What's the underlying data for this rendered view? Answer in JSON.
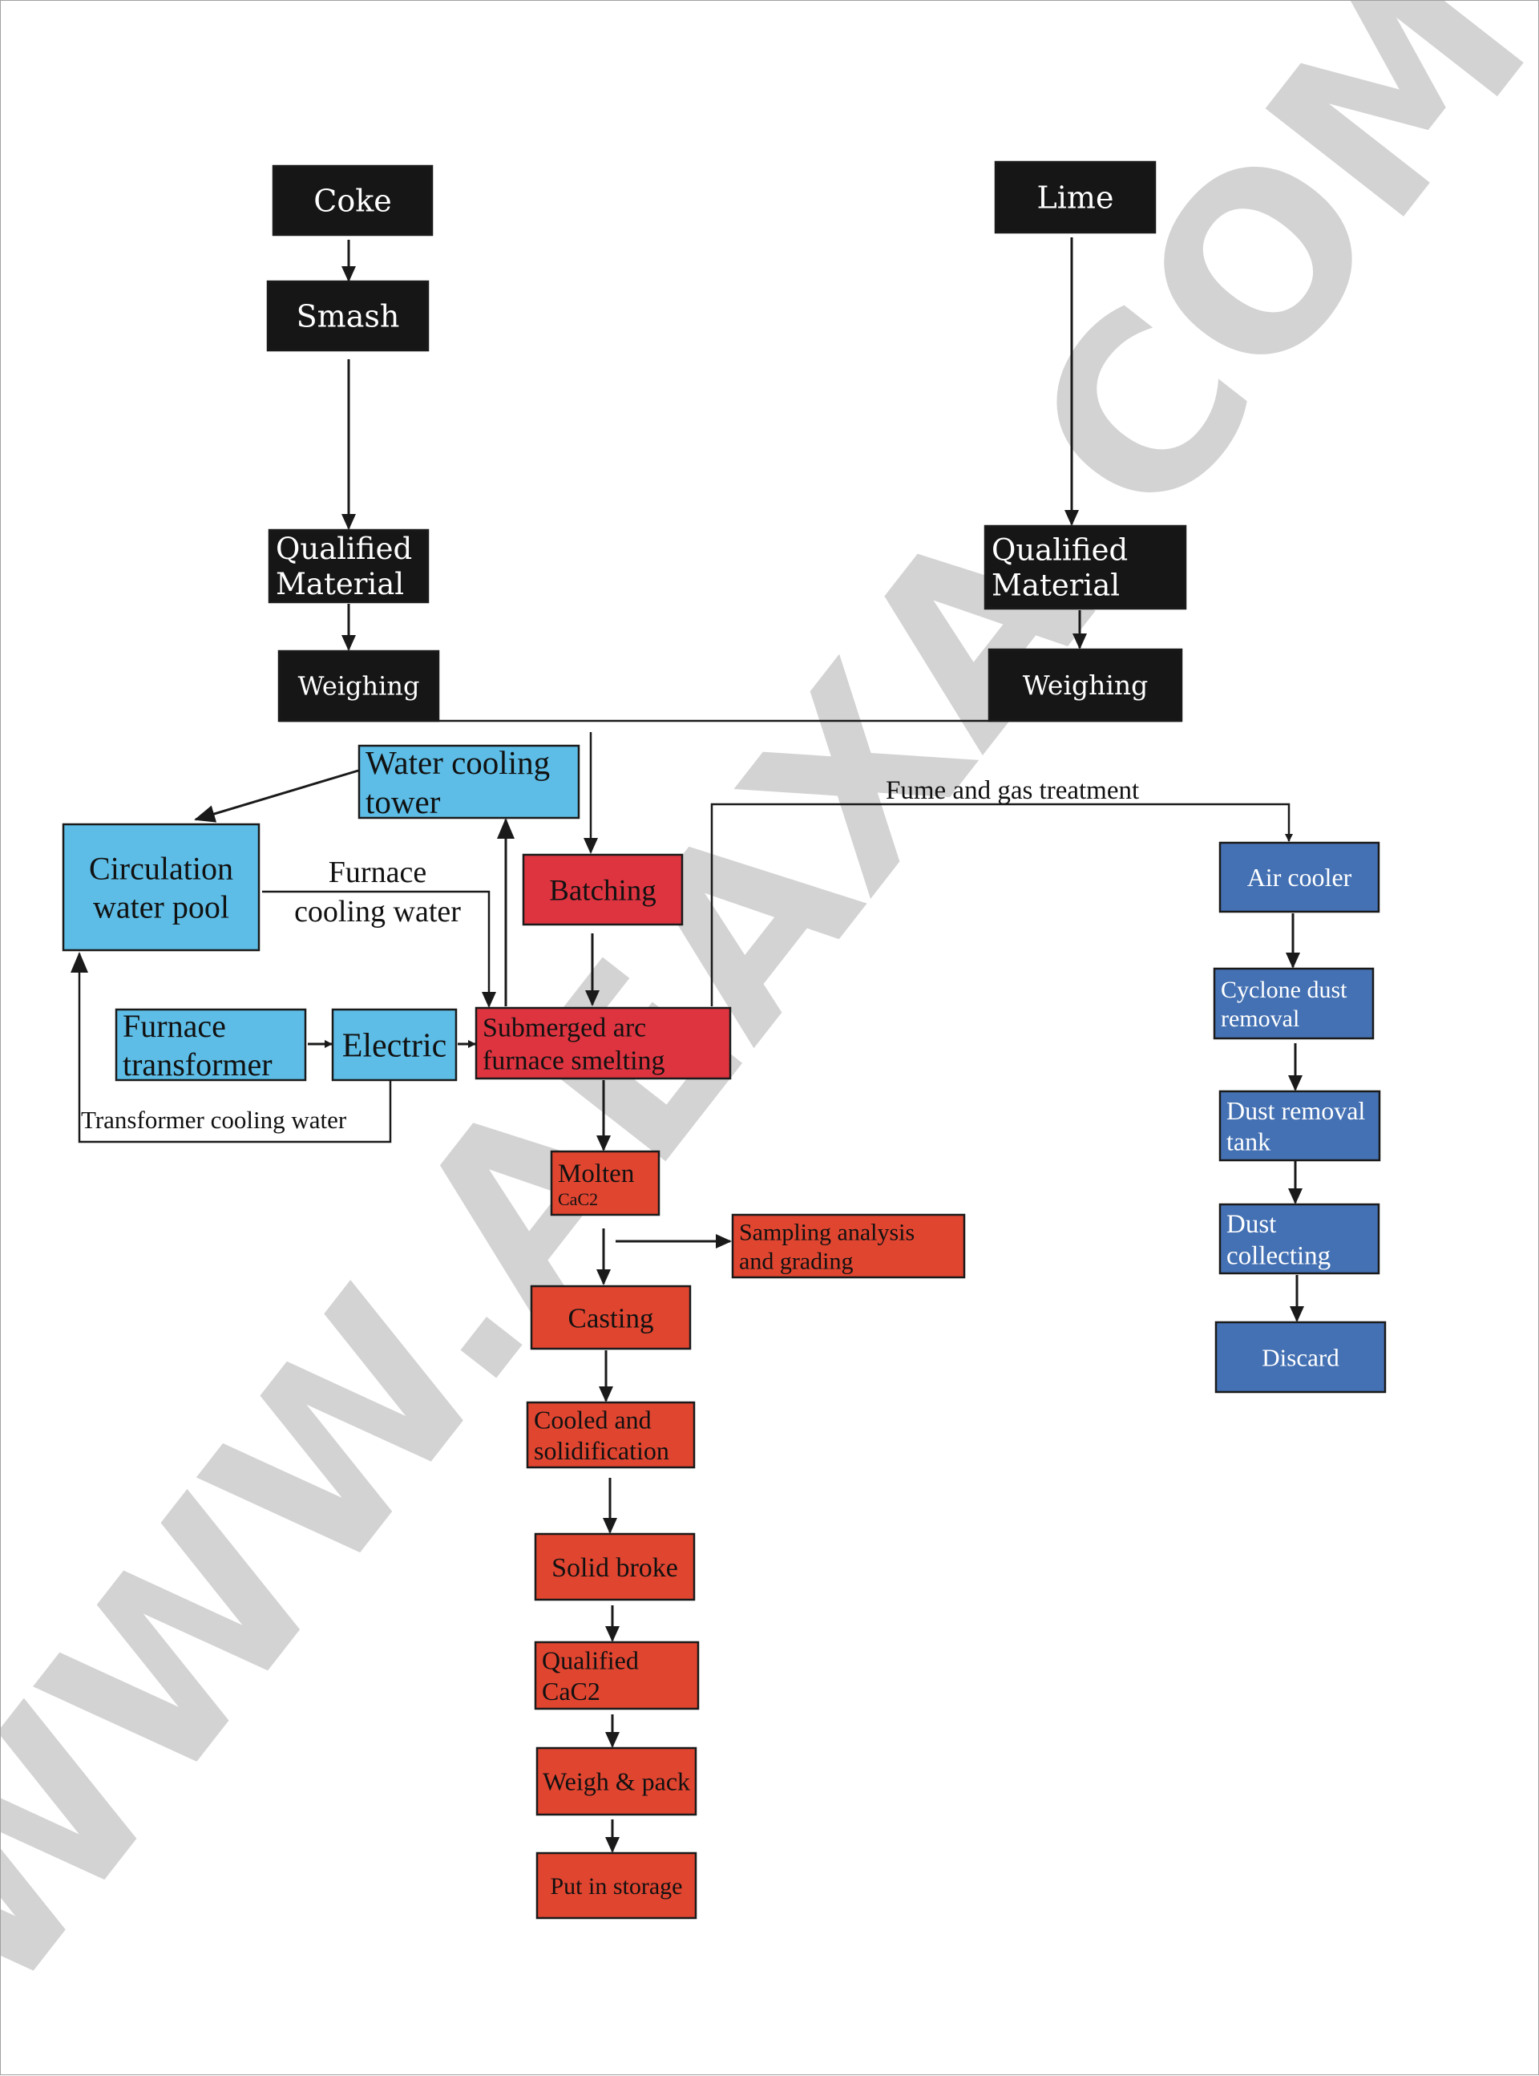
{
  "diagram": {
    "title": "Calcium carbide (CaC2) production process flow",
    "watermark": "WWW.AEAXA.COM",
    "colors": {
      "raw_material": "#161616",
      "cooling_water": "#5dbde6",
      "smelting": "#de3440",
      "product": "#e04530",
      "fume_treatment": "#4471b3",
      "connector": "#1a1a1a",
      "watermark": "#cccccc"
    },
    "nodes": {
      "coke": {
        "label": [
          "Coke"
        ]
      },
      "smash": {
        "label": [
          "Smash"
        ]
      },
      "qualified_material_left": {
        "label": [
          "Qualified",
          "Material"
        ]
      },
      "weighing_left": {
        "label": [
          "Weighing"
        ]
      },
      "lime": {
        "label": [
          "Lime"
        ]
      },
      "qualified_material_right": {
        "label": [
          "Qualified",
          "Material"
        ]
      },
      "weighing_right": {
        "label": [
          "Weighing"
        ]
      },
      "water_cooling_tower": {
        "label": [
          "Water cooling",
          "tower"
        ]
      },
      "circulation_water_pool": {
        "label": [
          "Circulation",
          "water pool"
        ]
      },
      "batching": {
        "label": [
          "Batching"
        ]
      },
      "furnace_transformer": {
        "label": [
          "Furnace",
          "transformer"
        ]
      },
      "electric": {
        "label": [
          "Electric"
        ]
      },
      "submerged_arc_furnace": {
        "label": [
          "Submerged arc",
          "furnace smelting"
        ]
      },
      "molten_cac2": {
        "label": [
          "Molten",
          "CaC2"
        ]
      },
      "sampling_analysis": {
        "label": [
          "Sampling analysis",
          "and grading"
        ]
      },
      "casting": {
        "label": [
          "Casting"
        ]
      },
      "cooled_solidification": {
        "label": [
          "Cooled and",
          "solidification"
        ]
      },
      "solid_broke": {
        "label": [
          "Solid broke"
        ]
      },
      "qualified_cac2": {
        "label": [
          "Qualified",
          "CaC2"
        ]
      },
      "weigh_pack": {
        "label": [
          "Weigh & pack"
        ]
      },
      "put_in_storage": {
        "label": [
          "Put in storage"
        ]
      },
      "air_cooler": {
        "label": [
          "Air cooler"
        ]
      },
      "cyclone_dust_removal": {
        "label": [
          "Cyclone dust",
          "removal"
        ]
      },
      "dust_removal_tank": {
        "label": [
          "Dust removal",
          "tank"
        ]
      },
      "dust_collecting": {
        "label": [
          "Dust",
          "collecting"
        ]
      },
      "discard": {
        "label": [
          "Discard"
        ]
      }
    },
    "edge_labels": {
      "furnace_cooling_water": [
        "Furnace",
        "cooling water"
      ],
      "transformer_cooling_water": "Transformer cooling water",
      "fume_gas_treatment": "Fume and gas treatment"
    },
    "edges": [
      [
        "coke",
        "smash"
      ],
      [
        "smash",
        "qualified_material_left"
      ],
      [
        "qualified_material_left",
        "weighing_left"
      ],
      [
        "lime",
        "qualified_material_right"
      ],
      [
        "qualified_material_right",
        "weighing_right"
      ],
      [
        "weighing_left+weighing_right",
        "batching"
      ],
      [
        "batching",
        "submerged_arc_furnace"
      ],
      [
        "circulation_water_pool",
        "submerged_arc_furnace"
      ],
      [
        "submerged_arc_furnace",
        "water_cooling_tower"
      ],
      [
        "water_cooling_tower",
        "circulation_water_pool"
      ],
      [
        "furnace_transformer",
        "electric"
      ],
      [
        "electric",
        "submerged_arc_furnace"
      ],
      [
        "electric",
        "circulation_water_pool"
      ],
      [
        "submerged_arc_furnace",
        "molten_cac2"
      ],
      [
        "molten_cac2",
        "casting"
      ],
      [
        "molten_cac2",
        "sampling_analysis"
      ],
      [
        "casting",
        "cooled_solidification"
      ],
      [
        "cooled_solidification",
        "solid_broke"
      ],
      [
        "solid_broke",
        "qualified_cac2"
      ],
      [
        "qualified_cac2",
        "weigh_pack"
      ],
      [
        "weigh_pack",
        "put_in_storage"
      ],
      [
        "submerged_arc_furnace",
        "air_cooler"
      ],
      [
        "air_cooler",
        "cyclone_dust_removal"
      ],
      [
        "cyclone_dust_removal",
        "dust_removal_tank"
      ],
      [
        "dust_removal_tank",
        "dust_collecting"
      ],
      [
        "dust_collecting",
        "discard"
      ]
    ]
  }
}
